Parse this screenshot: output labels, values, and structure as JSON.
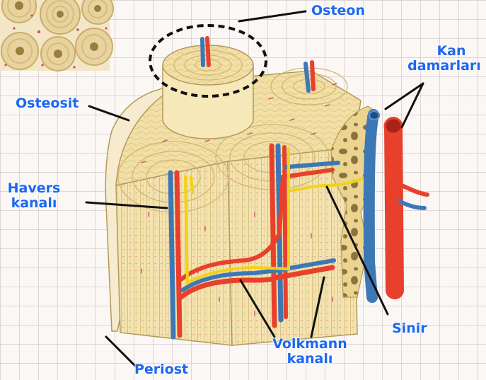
{
  "labels": {
    "osteon": "Osteon",
    "kan_line1": "Kan",
    "kan_line2": "damarları",
    "osteosit": "Osteosit",
    "havers_line1": "Havers",
    "havers_line2": "kanalı",
    "sinir": "Sinir",
    "volkmann_line1": "Volkmann",
    "volkmann_line2": "kanalı",
    "periost": "Periost"
  },
  "colors": {
    "label_text": "#1c67f2",
    "artery": "#e8402a",
    "vein": "#3d78b6",
    "nerve": "#f2d21a",
    "bone": "#f1dfa6",
    "lamella": "#d9bf7d",
    "osteocyte": "#c8486a",
    "spongy_bone": "#8a7340"
  }
}
